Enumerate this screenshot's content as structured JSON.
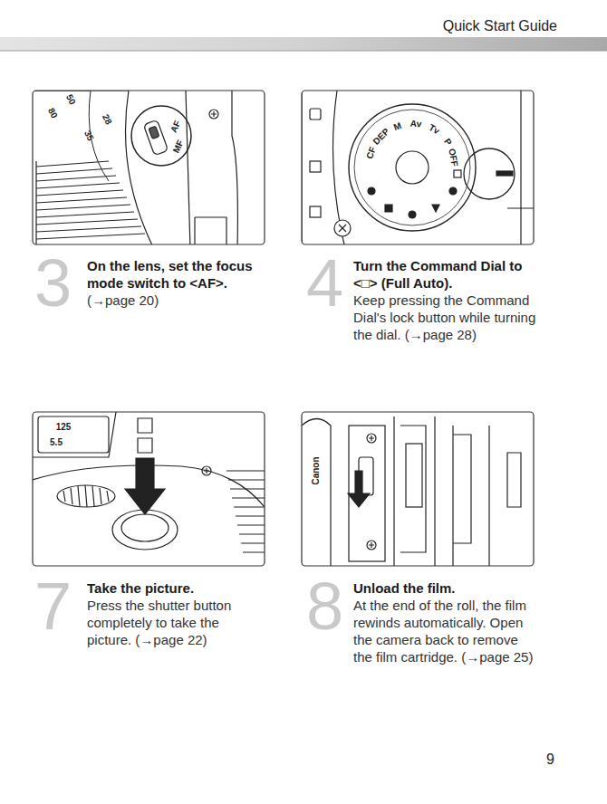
{
  "diagram": {
    "title": "Quick Start Guide",
    "labels": [
      "3",
      "On the lens, set the focus mode switch to <AF>.",
      "(→page 20)",
      "4",
      "Turn the Command Dial to <□> (Full Auto).",
      "Keep pressing the Command Dial's lock button while turning the dial. (→page 28)",
      "7",
      "Take the picture.",
      "Press the shutter button completely to take the picture. (→page 22)",
      "8",
      "Unload the film.",
      "At the end of the roll, the film rewinds automatically. Open the camera back to remove the film cartridge. (→page 25)",
      "9",
      "80",
      "50",
      "35",
      "28",
      "AF",
      "MF",
      "CF",
      "DEP",
      "M",
      "Av",
      "Tv",
      "P",
      "OFF",
      "125",
      "5.5",
      "Canon"
    ]
  }
}
